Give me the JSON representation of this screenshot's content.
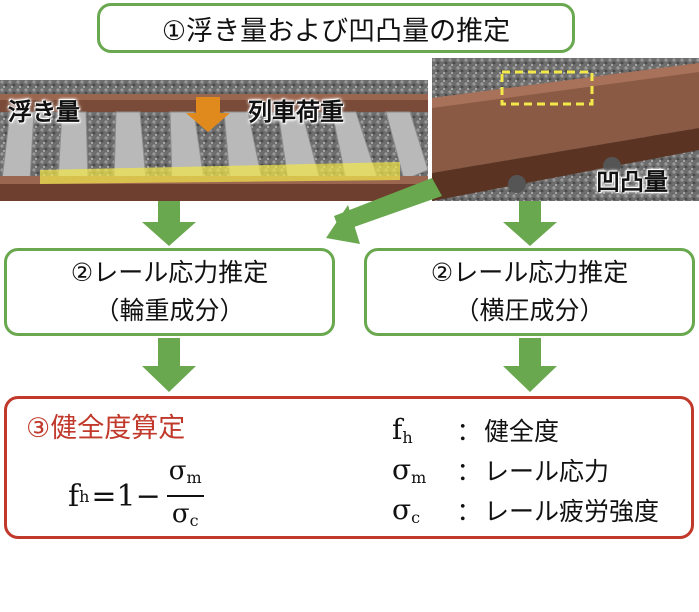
{
  "title": "①浮き量および凹凸量の推定",
  "photo_left": {
    "label_left": "浮き量",
    "label_right": "列車荷重"
  },
  "photo_right": {
    "label": "凹凸量"
  },
  "stress_left": {
    "line1": "②レール応力推定",
    "line2": "（輪重成分）"
  },
  "stress_right": {
    "line1": "②レール応力推定",
    "line2": "（横圧成分）"
  },
  "health": {
    "heading": "③健全度算定",
    "formula": {
      "f": "f",
      "f_sub": "h",
      "eq": "=1−",
      "num": "σ",
      "num_sub": "m",
      "den": "σ",
      "den_sub": "c"
    },
    "definitions": [
      {
        "sym": "f",
        "sub": "h",
        "colon": "：",
        "text": "健全度"
      },
      {
        "sym": "σ",
        "sub": "m",
        "colon": "：",
        "text": "レール応力"
      },
      {
        "sym": "σ",
        "sub": "c",
        "colon": "：",
        "text": "レール疲労強度"
      }
    ]
  },
  "colors": {
    "green": "#6aa84f",
    "red": "#c0392b",
    "orange_arrow": "#e08a1e",
    "highlight_yellow": "#f2e84a"
  }
}
